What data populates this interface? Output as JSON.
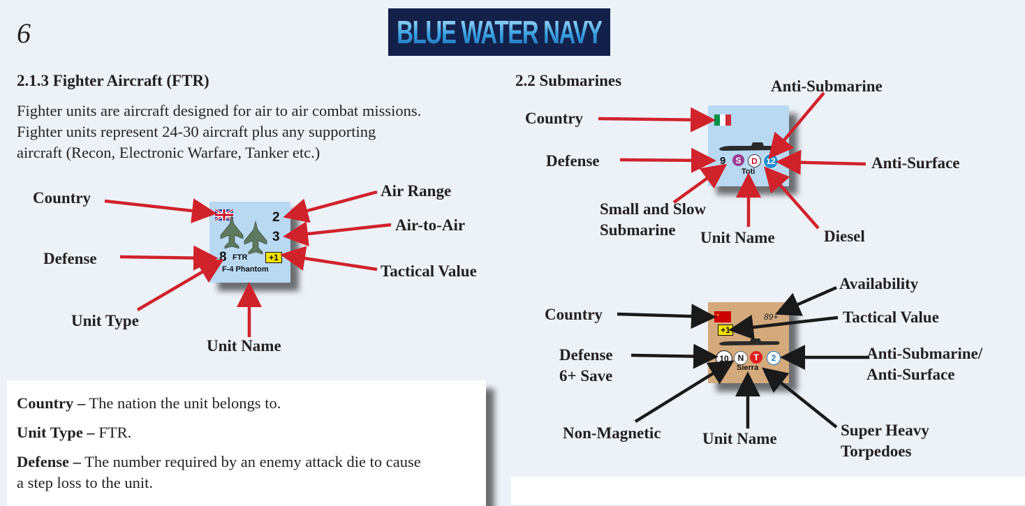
{
  "header": {
    "page_number": "6",
    "banner_title": "BLUE WATER NAVY"
  },
  "fighter": {
    "heading": "2.1.3 Fighter Aircraft (FTR)",
    "paragraph": [
      "Fighter units are aircraft designed for air to air combat missions.",
      "Fighter units represent 24-30 aircraft plus any supporting",
      "aircraft (Recon, Electronic Warfare, Tanker etc.)"
    ],
    "labels": {
      "country": "Country",
      "defense": "Defense",
      "unit_type": "Unit Type",
      "unit_name": "Unit Name",
      "air_range": "Air Range",
      "air_to_air": "Air-to-Air",
      "tactical_value": "Tactical Value"
    },
    "counter": {
      "air_range": "2",
      "air_to_air": "3",
      "defense": "8",
      "unit_type": "FTR",
      "tactical": "+1",
      "name": "F-4 Phantom"
    }
  },
  "submarines": {
    "heading": "2.2 Submarines",
    "italian": {
      "labels": {
        "country": "Country",
        "defense": "Defense",
        "small_slow": [
          "Small and Slow",
          "Submarine"
        ],
        "unit_name": "Unit Name",
        "diesel": "Diesel",
        "anti_submarine": "Anti-Submarine",
        "anti_surface": "Anti-Surface"
      },
      "counter": {
        "defense": "9",
        "small_slow": "S",
        "diesel": "D",
        "asw": "12",
        "name": "Toti"
      }
    },
    "soviet": {
      "labels": {
        "country": "Country",
        "defense": [
          "Defense",
          "6+ Save"
        ],
        "non_magnetic": "Non-Magnetic",
        "unit_name": "Unit Name",
        "super_heavy": [
          "Super Heavy",
          "Torpedoes"
        ],
        "availability": "Availability",
        "tactical_value": "Tactical Value",
        "asw_asuw": [
          "Anti-Submarine/",
          "Anti-Surface"
        ]
      },
      "counter": {
        "availability": "89+",
        "tactical": "+1",
        "defense": "10",
        "non_magnetic": "N",
        "torpedo": "T",
        "asw": "2",
        "name": "Sierra"
      }
    }
  },
  "definitions": [
    {
      "term": "Country –",
      "text": " The nation the unit belongs to."
    },
    {
      "term": "Unit Type –",
      "text": " FTR."
    },
    {
      "term": "Defense –",
      "text": " The number required by an enemy attack die to cause"
    },
    {
      "term": "",
      "text": "a step loss to the unit."
    }
  ],
  "colors": {
    "arrow_red": "#d0222b",
    "arrow_black": "#1a1a1a",
    "counter_blue": "#b9d8f2",
    "counter_tan": "#d4aa7d",
    "banner_navy": "#12204a"
  }
}
